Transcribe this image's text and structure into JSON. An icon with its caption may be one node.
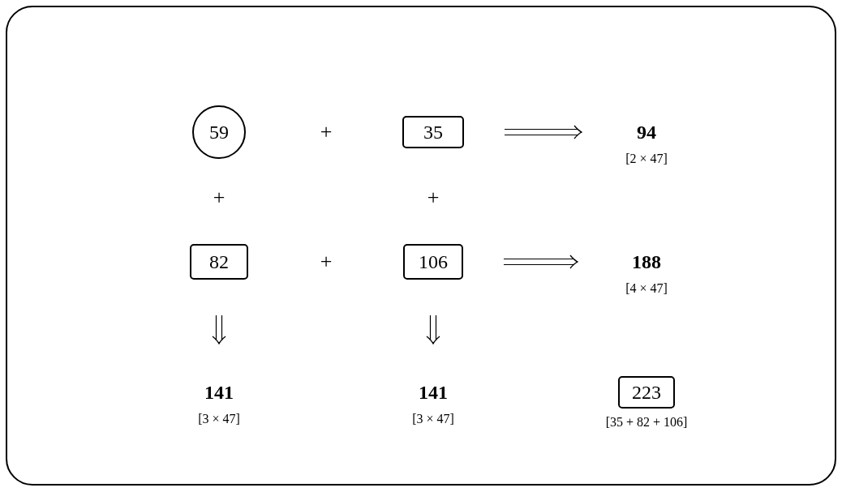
{
  "diagram": {
    "nodes": [
      {
        "text": [
          "59"
        ]
      },
      {
        "text": [
          "35"
        ]
      },
      {
        "text": [
          "94"
        ],
        "beside": [
          "[2 × 47]"
        ]
      },
      {
        "text": [
          "82"
        ]
      },
      {
        "text": [
          "106"
        ]
      },
      {
        "text": [
          "188"
        ],
        "beside": [
          "[4 × 47]"
        ]
      },
      {
        "text": [
          "141"
        ],
        "beside": [
          "[3 × 47]"
        ]
      },
      {
        "text": [
          "141"
        ],
        "beside": [
          "[3 × 47]"
        ]
      },
      {
        "text": [
          "223"
        ],
        "beside": [
          "[35 + 82 + 106]"
        ]
      }
    ],
    "edges": [
      {
        "from": 1,
        "to": 2,
        "arrow": "to"
      },
      {
        "from": 4,
        "to": 5,
        "arrow": "to"
      },
      {
        "from": 3,
        "to": 6,
        "arrow": "to"
      },
      {
        "from": 4,
        "to": 7,
        "arrow": "to"
      }
    ],
    "labels": [
      "+",
      "+",
      "+",
      "+"
    ]
  }
}
